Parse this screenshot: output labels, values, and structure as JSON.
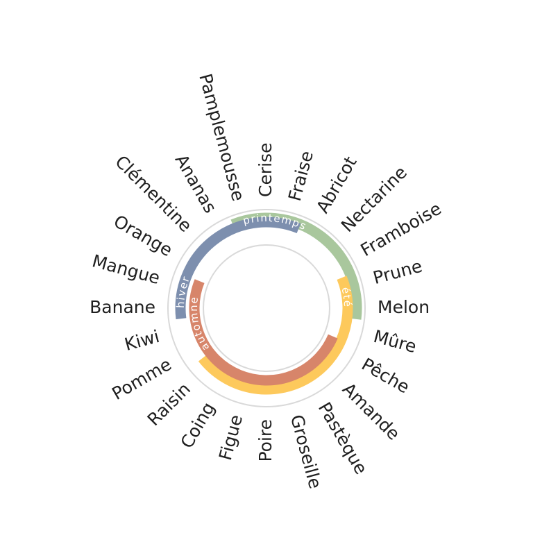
{
  "fruits": [
    "Cerise",
    "Fraise",
    "Abricot",
    "Nectarine",
    "Framboise",
    "Prune",
    "Melon",
    "Mûre",
    "Pêche",
    "Amande",
    "Pastèque",
    "Groseille",
    "Poire",
    "Figue",
    "Coing",
    "Raisin",
    "Pomme",
    "Kiwi",
    "Banane",
    "Mangue",
    "Orange",
    "Clémentine",
    "Ananas",
    "Pamplemousse"
  ],
  "seasons": [
    {
      "name": "printemps",
      "color": "#a9c79d",
      "start_fruit": "Pamplemousse",
      "end_fruit": "Melon"
    },
    {
      "name": "été",
      "color": "#fdc95c",
      "start_fruit": "Prune",
      "end_fruit": "Raisin"
    },
    {
      "name": "automne",
      "color": "#d7856a",
      "start_fruit": "Pêche",
      "end_fruit": "Mangue"
    },
    {
      "name": "hiver",
      "color": "#7d8fae",
      "start_fruit": "Banane",
      "end_fruit": "Fraise"
    }
  ]
}
